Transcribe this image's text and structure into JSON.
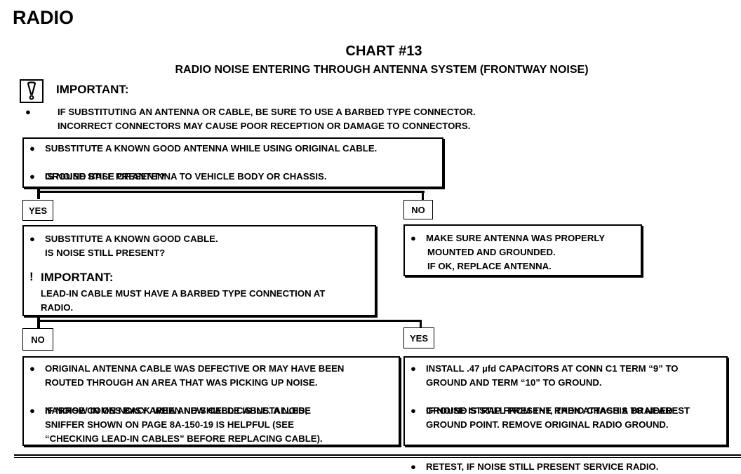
{
  "header": {
    "section": "RADIO"
  },
  "chart": {
    "number": "CHART #13",
    "subtitle": "RADIO NOISE ENTERING THROUGH ANTENNA SYSTEM (FRONTWAY NOISE)"
  },
  "important_top": {
    "heading": "IMPORTANT:",
    "bullet": "●",
    "line1": "IF SUBSTITUTING AN ANTENNA OR CABLE, BE SURE TO USE A BARBED TYPE CONNECTOR.",
    "line2": "INCORRECT CONNECTORS MAY CAUSE POOR RECEPTION OR DAMAGE TO CONNECTORS."
  },
  "box1": {
    "items": [
      "SUBSTITUTE  A KNOWN GOOD ANTENNA WHILE USING ORIGINAL CABLE.",
      "GROUND BASE OF ANTENNA TO VEHICLE BODY OR CHASSIS."
    ],
    "question": "IS NOISE STILL PRESENT?"
  },
  "labels": {
    "yes1": "YES",
    "no1": "NO",
    "no2": "NO",
    "yes2": "YES"
  },
  "box_yes1": {
    "item": "SUBSTITUTE A KNOWN GOOD CABLE.",
    "question": "IS NOISE STILL PRESENT?",
    "important_mark": "!",
    "important_heading": "IMPORTANT:",
    "important_line1": "LEAD-IN CABLE MUST HAVE A BARBED TYPE CONNECTION AT",
    "important_line2": "RADIO."
  },
  "box_no1": {
    "line1": "MAKE SURE ANTENNA WAS PROPERLY",
    "line2": "MOUNTED AND GROUNDED.",
    "line3": "IF OK, REPLACE ANTENNA."
  },
  "box_no2": {
    "b1_line1": "ORIGINAL ANTENNA CABLE WAS DEFECTIVE OR MAY HAVE BEEN",
    "b1_line2": "ROUTED THROUGH AN AREA THAT WAS PICKING UP NOISE.",
    "b2_line1": "IF NOISE COMES BACK WHEN NEW CABLE IS INSTALLED,",
    "b2_line2": "NARROW IN ON NOISY AREA AND SHIELD CABLE.  A NOISE",
    "b2_line3": "SNIFFER SHOWN ON PAGE 8A-150-19 IS HELPFUL (SEE",
    "b2_line4": "“CHECKING LEAD-IN CABLES” BEFORE REPLACING CABLE)."
  },
  "box_yes2": {
    "b1_line1": "INSTALL .47 µfd CAPACITORS AT CONN C1 TERM “9” TO",
    "b1_line2": "GROUND AND TERM “10” TO GROUND.",
    "b2_line1": "IF NOISE IS STILL PRESENT, THEN ATTACH A BRAIDED",
    "b2_line2": "GROUND STRAP FROM THE RADIO CHASSIS TO NEAREST",
    "b2_line3": "GROUND POINT.  REMOVE ORIGINAL RADIO GROUND.",
    "b3_line1": "RETEST, IF NOISE STILL PRESENT SERVICE RADIO."
  }
}
